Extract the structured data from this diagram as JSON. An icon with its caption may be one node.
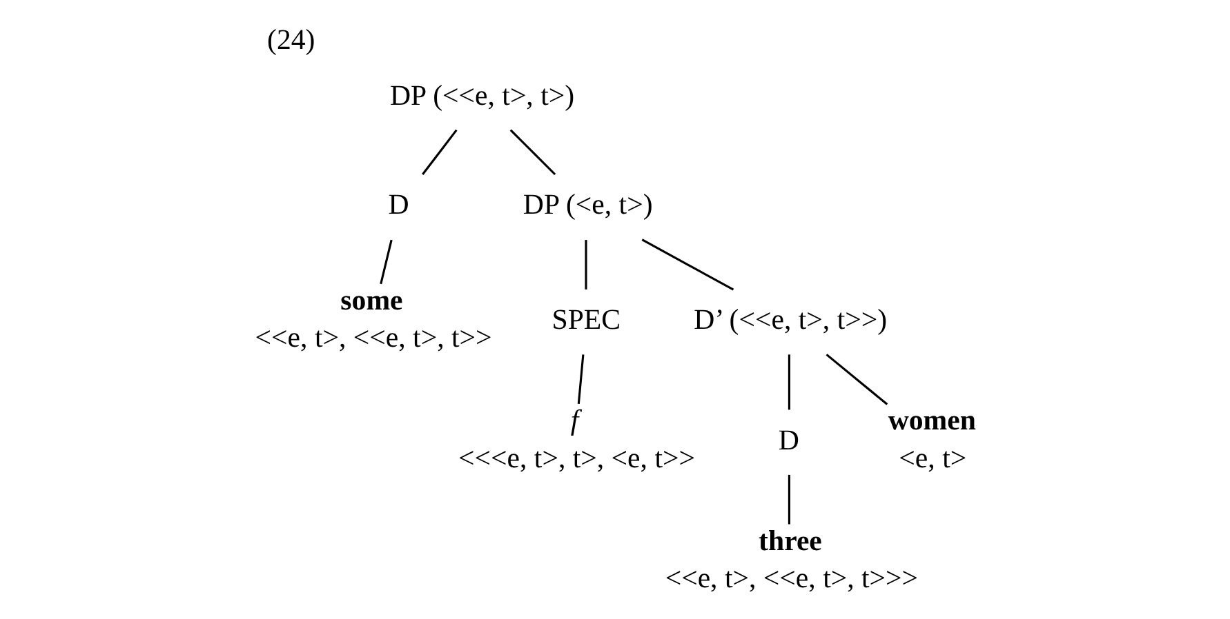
{
  "diagram": {
    "title": "(24)",
    "nodes": [
      {
        "text": [
          "DP (<<e, t>, t>)"
        ]
      },
      {
        "text": [
          "D"
        ]
      },
      {
        "text": [
          "DP (<e, t>)"
        ]
      },
      {
        "text": [
          "some"
        ],
        "beside": [
          "<<e, t>, <<e, t>, t>>"
        ]
      },
      {
        "text": [
          "SPEC"
        ]
      },
      {
        "text": [
          "D’ (<<e, t>, t>>)"
        ]
      },
      {
        "text": [
          "f"
        ],
        "beside": [
          "<<<e, t>, t>, <e, t>>"
        ]
      },
      {
        "text": [
          "D"
        ]
      },
      {
        "text": [
          "women"
        ],
        "beside": [
          "<e, t>"
        ]
      },
      {
        "text": [
          "three"
        ],
        "beside": [
          "<<e, t>, <<e, t>, t>>>"
        ]
      }
    ],
    "edges": [
      {
        "from": 0,
        "to": 1,
        "arrow": "none"
      },
      {
        "from": 0,
        "to": 2,
        "arrow": "none"
      },
      {
        "from": 1,
        "to": 3,
        "arrow": "none"
      },
      {
        "from": 2,
        "to": 4,
        "arrow": "none"
      },
      {
        "from": 2,
        "to": 5,
        "arrow": "none"
      },
      {
        "from": 4,
        "to": 6,
        "arrow": "none"
      },
      {
        "from": 5,
        "to": 7,
        "arrow": "none"
      },
      {
        "from": 5,
        "to": 8,
        "arrow": "none"
      },
      {
        "from": 7,
        "to": 9,
        "arrow": "none"
      }
    ]
  }
}
